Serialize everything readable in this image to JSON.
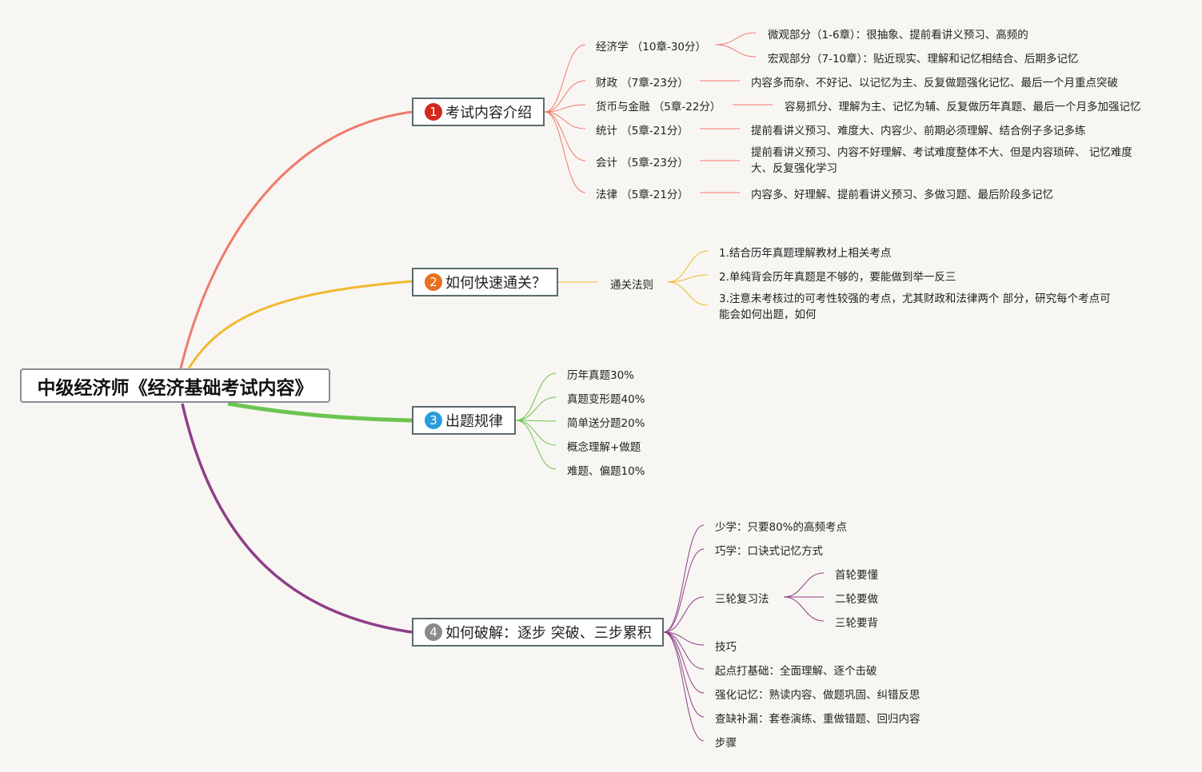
{
  "root": {
    "title": "中级经济师《经济基础考试内容》"
  },
  "colors": {
    "branch1": "#ef7a6c",
    "branch2": "#f2b830",
    "branch3": "#6cc451",
    "branch4": "#8d3f8a",
    "num1": "#d2281d",
    "num2": "#e8701e",
    "num3": "#2a9ddc",
    "num4": "#8a8a8a"
  },
  "branch1": {
    "num": "1",
    "label": "考试内容介绍",
    "econ": "经济学 （10章-30分）",
    "econ_micro": "微观部分（1-6章）：很抽象、提前看讲义预习、高频的",
    "econ_macro": "宏观部分（7-10章）：贴近现实、理解和记忆相结合、后期多记忆",
    "finance": "财政 （7章-23分）",
    "finance_note": "内容多而杂、不好记、以记忆为主、反复做题强化记忆、最后一个月重点突破",
    "money": "货币与金融 （5章-22分）",
    "money_note": "容易抓分、理解为主、记忆为辅、反复做历年真题、最后一个月多加强记忆",
    "stats": "统计 （5章-21分）",
    "stats_note": "提前看讲义预习、难度大、内容少、前期必须理解、结合例子多记多练",
    "acct": "会计 （5章-23分）",
    "acct_note": "提前看讲义预习、内容不好理解、考试难度整体不大、但是内容琐碎、 记忆难度大、反复强化学习",
    "law": "法律 （5章-21分）",
    "law_note": "内容多、好理解、提前看讲义预习、多做习题、最后阶段多记忆"
  },
  "branch2": {
    "num": "2",
    "label": "如何快速通关？",
    "rule": "通关法则",
    "r1": "1.结合历年真题理解教材上相关考点",
    "r2": "2.单纯背会历年真题是不够的，要能做到举一反三",
    "r3": "3.注意未考核过的可考性较强的考点，尤其财政和法律两个 部分，研究每个考点可能会如何出题，如何"
  },
  "branch3": {
    "num": "3",
    "label": "出题规律",
    "items": [
      "历年真题30%",
      "真题变形题40%",
      "简单送分题20%",
      "概念理解+做题",
      "难题、偏题10%"
    ]
  },
  "branch4": {
    "num": "4",
    "label": "如何破解：逐步 突破、三步累积",
    "items": [
      "少学：只要80%的高频考点",
      "巧学：口诀式记忆方式",
      "三轮复习法",
      "技巧",
      "起点打基础：全面理解、逐个击破",
      "强化记忆：熟读内容、做题巩固、纠错反思",
      "查缺补漏：套卷演练、重做错题、回归内容",
      "步骤"
    ],
    "rounds": [
      "首轮要懂",
      "二轮要做",
      "三轮要背"
    ]
  }
}
